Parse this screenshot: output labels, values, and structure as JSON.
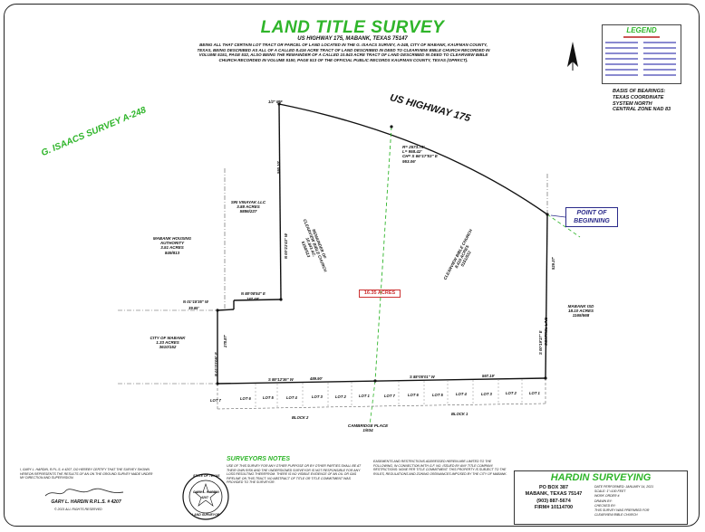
{
  "title": "LAND TITLE SURVEY",
  "subtitle": "US HIGHWAY 175, MABANK, TEXAS 75147",
  "description": "BEING ALL THAT CERTAIN LOT TRACT OR PARCEL OF LAND LOCATED IN THE G. ISAACS SURVEY, A-248, CITY OF MABANK, KAUFMAN COUNTY, TEXAS, BEING DESCRIBED AS ALL OF A CALLED 8.416 ACRE TRACT OF LAND DESCRIBED IN DEED TO CLEARVIEW BIBLE CHURCH RECORDED IN VOLUME 5151, PAGE 532, ALSO BEING THE REMAINDER OF A CALLED 10.843 ACRE TRACT OF LAND DESCRIBED IN DEED TO CLEARVIEW BIBLE CHURCH RECORDED IN VOLUME 5150, PAGE 513 OF THE OFFICIAL PUBLIC RECORDS KAUFMAN COUNTY, TEXAS (OPRKCT).",
  "legend": {
    "title": "LEGEND",
    "accent": "#2fb52a"
  },
  "bearings": [
    "BASIS OF BEARINGS:",
    "TEXAS COORDINATE",
    "SYSTEM NORTH",
    "CENTRAL ZONE NAD 83"
  ],
  "highway": "US HIGHWAY 175",
  "survey_name": "G. ISAACS SURVEY A-248",
  "point_of_beginning": [
    "POINT OF",
    "BEGINNING"
  ],
  "total_acres": "16.35 ACRES",
  "curve": [
    "R= 2573.79'",
    "L= 958.42'",
    "CH= S 66°17'53\" E",
    "953.06'"
  ],
  "parcels": {
    "sri_vinayak": [
      "SRI VINAYAK LLC",
      "3.88 ACRES",
      "5886/227"
    ],
    "mabank_housing": [
      "MABANK HOUSING",
      "AUTHORITY",
      "3.51 ACRES",
      "849/813"
    ],
    "city_of_mabank": [
      "CITY OF MABANK",
      "1.33 ACRES",
      "3610/152"
    ],
    "mabank_isd": [
      "MABANK ISD",
      "18.10 ACRES",
      "1165/568"
    ],
    "remainder": [
      "REMAINDER OF",
      "CLEARVIEW BIBLE CHURCH",
      "10.843 AC.",
      "5150/513"
    ],
    "clearview": [
      "CLEARVIEW BIBLE CHURCH",
      "8.416 ACRES",
      "5151/532"
    ]
  },
  "calls": {
    "n_west": "N 01°15'35\" W",
    "n_west_len": "39.65'",
    "n_east": "N 88°08'54\" E",
    "n_east_len": "187.48'",
    "vert_len_1": "560.10'",
    "vert_bearing_1": "N 00°21'43\" W",
    "left_bearing": "N 01°21'09\" E",
    "left_len": "278.87'",
    "s_west_1": "S 88°12'36\" W",
    "s_west_1_len": "489.90'",
    "s_west_2": "S 88°05'01\" W",
    "s_west_2_len": "567.19'",
    "right_bearing": "S 00°19'17\" E",
    "right_label": "CONTROL LINE",
    "right_len": "529.37'",
    "fnd_irs": "1/2\" IRF"
  },
  "lots_left": [
    "LOT 7",
    "LOT 6",
    "LOT 5",
    "LOT 4",
    "LOT 3",
    "LOT 2",
    "LOT 1"
  ],
  "lots_right": [
    "LOT 7",
    "LOT 6",
    "LOT 5",
    "LOT 4",
    "LOT 3",
    "LOT 2",
    "LOT 1"
  ],
  "block2": "BLOCK 2",
  "block1": "BLOCK 1",
  "subdivision": [
    "CAMBRIDGE PLACE",
    "1/634"
  ],
  "notes": {
    "title": "SURVEYORS NOTES",
    "body": "USE OF THIS SURVEY FOR ANY OTHER PURPOSE OR BY OTHER PARTIES SHALL BE AT THEIR OWN RISK AND THE UNDERSIGNED SURVEYOR IS NOT RESPONSIBLE FOR ANY LOSS RESULTING THEREFROM. THERE IS NO VISIBLE EVIDENCE OF AN OIL OR GAS PIPELINE ON THIS TRACT. NO ABSTRACT OF TITLE OR TITLE COMMITMENT WAS PROVIDED TO THE SURVEYOR.",
    "right": "EASEMENTS AND RESTRICTIONS ADDRESSED HEREIN ARE LIMITED TO THE FOLLOWING, IN CONNECTION WITH G.F. NO. ISSUED BY ANY TITLE COMPANY. RESTRICTIONS: NONE PER TITLE COMMITMENT. THIS PROPERTY IS SUBJECT TO THE RULES, REGULATIONS AND ZONING ORDINANCES IMPOSED BY THE CITY OF MABANK."
  },
  "surveyor": {
    "cert": "I, GARY L. HARDIN, R.P.L.S. # 4207, DO HEREBY CERTIFY THAT THE SURVEY SHOWN HEREON REPRESENTS THE RESULTS OF AN ON THE GROUND SURVEY MADE UNDER MY DIRECTION AND SUPERVISION.",
    "name": "GARY L. HARDIN R.P.L.S. # 4207",
    "copyright": "© 2021 ALL RIGHTS RESERVED"
  },
  "seal_text": [
    "STATE OF TEXAS",
    "GARY L. HARDIN",
    "4207",
    "LAND SURVEYOR"
  ],
  "company": {
    "name": "HARDIN SURVEYING",
    "lines": [
      "PO BOX 387",
      "MABANK, TEXAS 75147",
      "(903) 887-5674",
      "FIRM# 10114700"
    ],
    "details": [
      "DATE PERFORMED: JANUARY 14, 2021",
      "SCALE: 1\"=100 FEET",
      "WORK ORDER #",
      "DRAWN BY:",
      "CHECKED BY:",
      "THIS SURVEY WAS PREPARED FOR",
      "CLEARVIEW BIBLE CHURCH"
    ]
  }
}
